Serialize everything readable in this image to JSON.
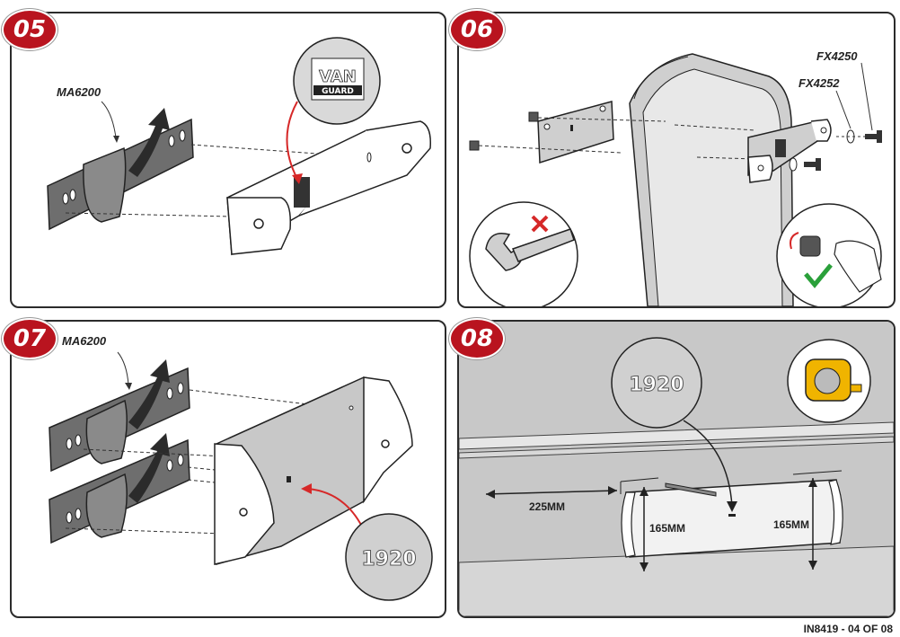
{
  "steps": [
    {
      "number": "05",
      "part_label": "MA6200",
      "logo_line1": "VAN",
      "logo_line2": "GUARD"
    },
    {
      "number": "06",
      "part_label_1": "FX4250",
      "part_label_2": "FX4252"
    },
    {
      "number": "07",
      "part_label": "MA6200",
      "stamp": "1920"
    },
    {
      "number": "08",
      "stamp": "1920",
      "dim_horizontal": "225MM",
      "dim_left": "165MM",
      "dim_right": "165MM"
    }
  ],
  "footer": "IN8419 - 04 OF 08",
  "colors": {
    "badge": "#b9141f",
    "strap": "#777777",
    "panel_grey": "#c8c8c8",
    "cross": "#d62828",
    "check": "#2aa03a"
  },
  "icons": [
    "wrench-icon",
    "cross-icon",
    "check-icon",
    "tape-measure-icon",
    "nut-icon",
    "bolt-icon"
  ]
}
